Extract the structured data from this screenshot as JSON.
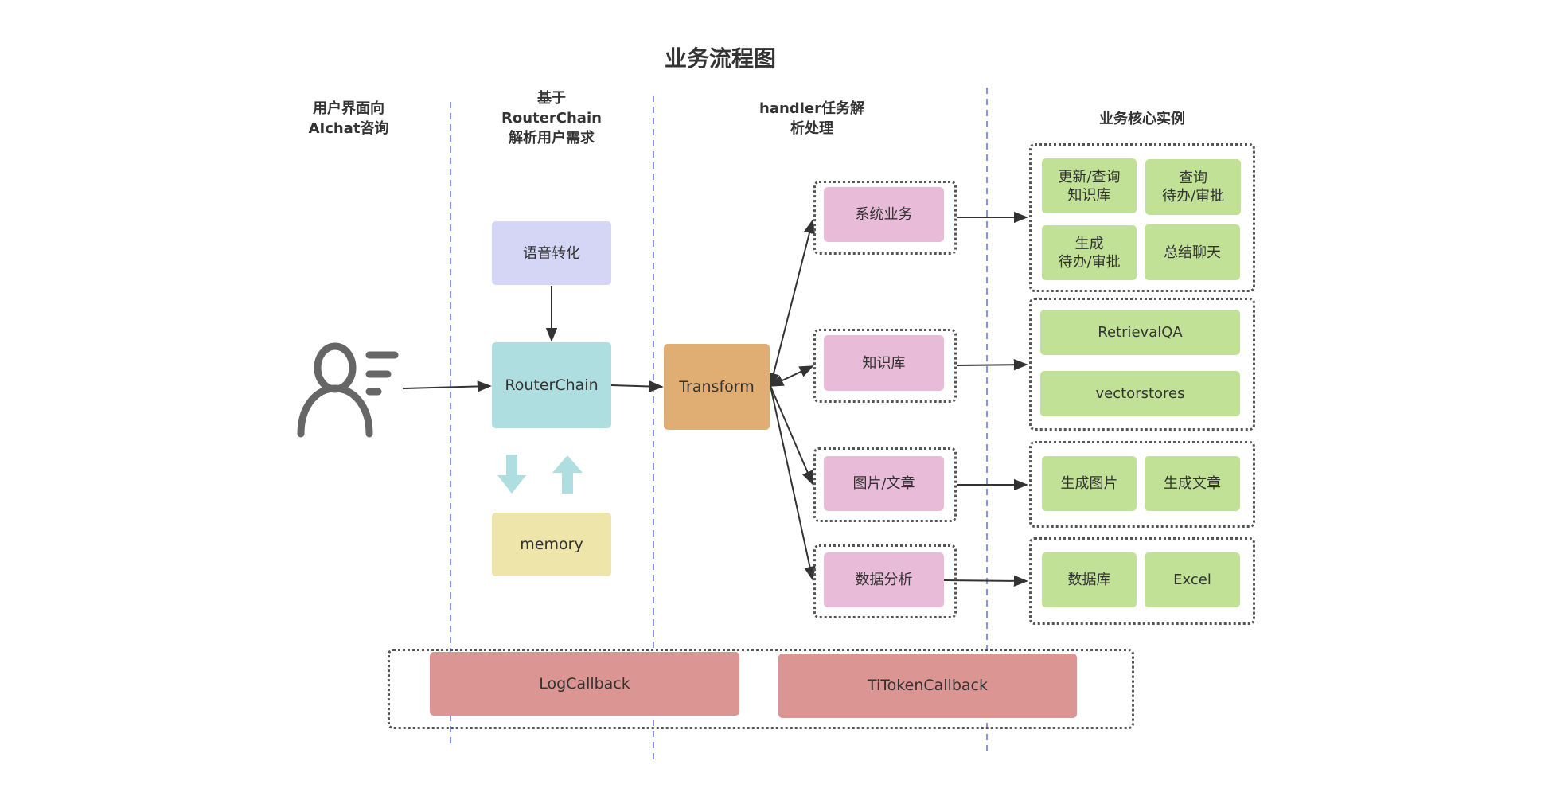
{
  "title": "业务流程图",
  "lanes": [
    {
      "heading": "用户界面向\nAIchat咨询"
    },
    {
      "heading": "基于\nRouterChain\n解析用户需求"
    },
    {
      "heading": "handler任务解\n析处理"
    },
    {
      "heading": "业务核心实例"
    }
  ],
  "user": {
    "icon": "user-speaking-icon"
  },
  "routing": {
    "voice": "语音转化",
    "router": "RouterChain",
    "memory": "memory",
    "memory_exchange_icons": [
      "arrow-down-icon",
      "arrow-up-icon"
    ]
  },
  "handler": {
    "transform": "Transform",
    "branches": [
      {
        "label": "系统业务"
      },
      {
        "label": "知识库"
      },
      {
        "label": "图片/文章"
      },
      {
        "label": "数据分析"
      }
    ]
  },
  "instances": [
    {
      "items": [
        "更新/查询\n知识库",
        "查询\n待办/审批",
        "生成\n待办/审批",
        "总结聊天"
      ]
    },
    {
      "items": [
        "RetrievalQA",
        "vectorstores"
      ]
    },
    {
      "items": [
        "生成图片",
        "生成文章"
      ]
    },
    {
      "items": [
        "数据库",
        "Excel"
      ]
    }
  ],
  "callbacks": [
    "LogCallback",
    "TiTokenCallback"
  ],
  "colors": {
    "lane_divider": "#8A94EE",
    "arrow": "#333333",
    "voice": "#D5D6F6",
    "router": "#AEDEE0",
    "transform": "#E0AE72",
    "memory": "#EDE5A9",
    "branch": "#E8BCD8",
    "instance": "#C1E197",
    "callback": "#DB9694",
    "memory_arrows": "#AEDEE0"
  }
}
